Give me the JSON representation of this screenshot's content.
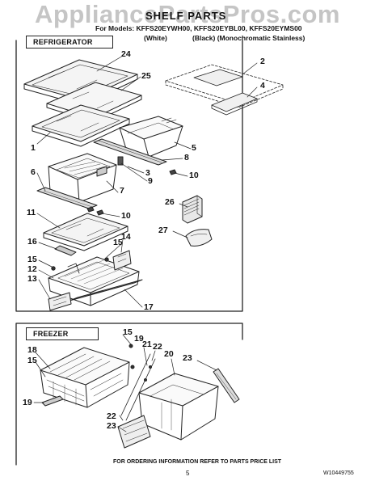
{
  "watermark": "AppliancePartsPros.com",
  "header": {
    "title": "SHELF PARTS",
    "models_line": "For Models: KFFS20EYWH00, KFFS20EYBL00, KFFS20EYMS00",
    "variant_white": "(White)",
    "variant_black": "(Black) (Monochromatic Stainless)"
  },
  "sections": {
    "refrigerator": "REFRIGERATOR",
    "freezer": "FREEZER"
  },
  "callouts": {
    "c24": "24",
    "c25": "25",
    "c1": "1",
    "c2": "2",
    "c3": "3",
    "c4": "4",
    "c5": "5",
    "c8": "8",
    "c9": "9",
    "c10a": "10",
    "c6": "6",
    "c7": "7",
    "c26": "26",
    "c10b": "10",
    "c11": "11",
    "c27": "27",
    "c16": "16",
    "c14": "14",
    "c15a": "15",
    "c15b": "15",
    "c12": "12",
    "c13": "13",
    "c17": "17",
    "c15c": "15",
    "c19a": "19",
    "c21": "21",
    "c20": "20",
    "c22a": "22",
    "c18": "18",
    "c15d": "15",
    "c23a": "23",
    "c19b": "19",
    "c22b": "22",
    "c23b": "23"
  },
  "footer": {
    "ordering_note": "FOR ORDERING INFORMATION REFER TO PARTS PRICE LIST",
    "page_number": "5",
    "doc_number": "W10449755"
  }
}
